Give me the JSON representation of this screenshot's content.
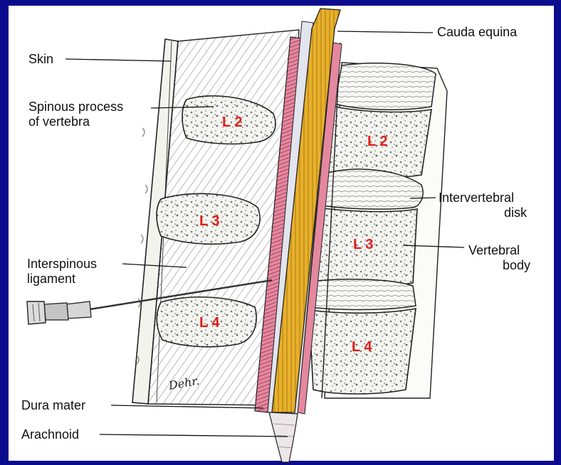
{
  "labels": {
    "skin": "Skin",
    "spinous_line1": "Spinous process",
    "spinous_line2": "of vertebra",
    "interspinous_line1": "Interspinous",
    "interspinous_line2": "ligament",
    "dura": "Dura mater",
    "arachnoid": "Arachnoid",
    "cauda": "Cauda equina",
    "disk_line1": "Intervertebral",
    "disk_line2": "disk",
    "body_line1": "Vertebral",
    "body_line2": "body"
  },
  "vertebrae": {
    "spinous_l2": "L 2",
    "spinous_l3": "L 3",
    "spinous_l4": "L 4",
    "body_l2": "L 2",
    "body_l3": "L 3",
    "body_l4": "L 4"
  },
  "signature": "Dehr.",
  "colors": {
    "cauda": "#e8b12a",
    "dura": "#e07c8e",
    "vertebra_label": "#e41b17",
    "frame": "#0b0b8e"
  }
}
